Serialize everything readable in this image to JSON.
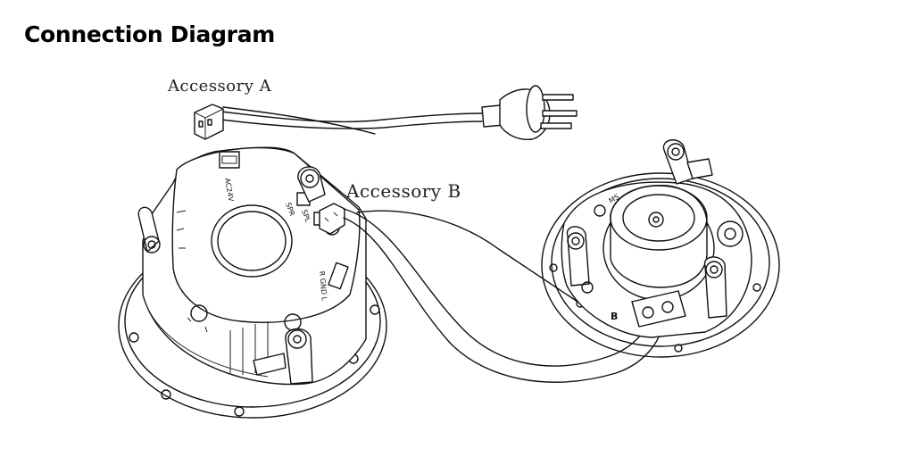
{
  "title": "Connection Diagram",
  "labels": {
    "accessory_a": "Accessory A",
    "accessory_b": "Accessory B"
  },
  "panel_marks": {
    "ac_input": "AC24V",
    "spk_left": "SPR",
    "spk_right": "SPL",
    "gnd": "R GND L",
    "speaker_mark": "MS",
    "terminal_b": "B"
  },
  "colors": {
    "line": "#111111",
    "background": "#ffffff"
  }
}
